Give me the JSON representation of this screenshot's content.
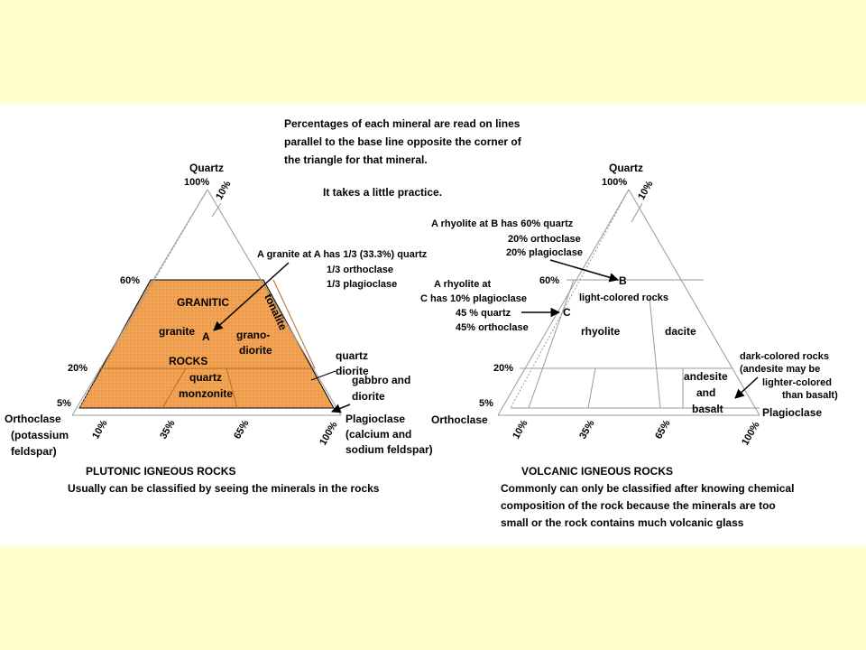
{
  "colors": {
    "background": "#ffffcc",
    "panel": "#ffffff",
    "plutonic_field": "#f0a050"
  },
  "instructions": {
    "line1": "Percentages of each mineral are read on lines",
    "line2": "parallel to the base line opposite the corner of",
    "line3": "the triangle for that mineral.",
    "practice": "It takes a little practice."
  },
  "plutonic": {
    "apex_label": "Quartz",
    "apex_100": "100%",
    "apex_10": "10%",
    "pct_60": "60%",
    "pct_20": "20%",
    "pct_5": "5%",
    "left_corner": [
      "Orthoclase",
      "(potassium",
      "feldspar)"
    ],
    "right_corner": [
      "Plagioclase",
      "(calcium and",
      "sodium feldspar)"
    ],
    "base_ticks": [
      "10%",
      "35%",
      "65%",
      "100%"
    ],
    "field_labels": {
      "granitic": "GRANITIC",
      "granite": "granite",
      "point_a": "A",
      "rocks": "ROCKS",
      "grano1": "grano-",
      "grano2": "diorite",
      "quartz_monz1": "quartz",
      "quartz_monz2": "monzonite",
      "tonalite": "tonalite"
    },
    "outside_labels": {
      "quartz_diorite1": "quartz",
      "quartz_diorite2": "diorite",
      "gabbro1": "gabbro and",
      "gabbro2": "diorite"
    },
    "annotation_a": [
      "A granite at A has 1/3 (33.3%) quartz",
      "1/3 orthoclase",
      "1/3 plagioclase"
    ],
    "caption_title": "PLUTONIC IGNEOUS ROCKS",
    "caption_body": "Usually can be classified by seeing the minerals in the rocks"
  },
  "volcanic": {
    "apex_label": "Quartz",
    "apex_100": "100%",
    "apex_10": "10%",
    "pct_60": "60%",
    "pct_20": "20%",
    "pct_5": "5%",
    "left_corner": "Orthoclase",
    "right_corner": "Plagioclase",
    "base_ticks": [
      "10%",
      "35%",
      "65%",
      "100%"
    ],
    "annotation_b": [
      "A rhyolite at B has  60% quartz",
      "20%  orthoclase",
      "20% plagioclase"
    ],
    "annotation_c": [
      "A rhyolite at",
      "C has 10% plagioclase",
      "45 % quartz",
      "45% orthoclase"
    ],
    "point_b": "B",
    "point_c": "C",
    "light_colored": "light-colored rocks",
    "rhyolite": "rhyolite",
    "dacite": "dacite",
    "andesite1": "andesite",
    "andesite2": "and",
    "andesite3": "basalt",
    "dark_colored": [
      "dark-colored rocks",
      "(andesite may be",
      "lighter-colored",
      "than basalt)"
    ],
    "caption_title": "VOLCANIC IGNEOUS ROCKS",
    "caption_body": [
      "Commonly can only be classified after knowing chemical",
      "composition of the rock because the minerals are too",
      "small or the rock contains much volcanic glass"
    ]
  }
}
